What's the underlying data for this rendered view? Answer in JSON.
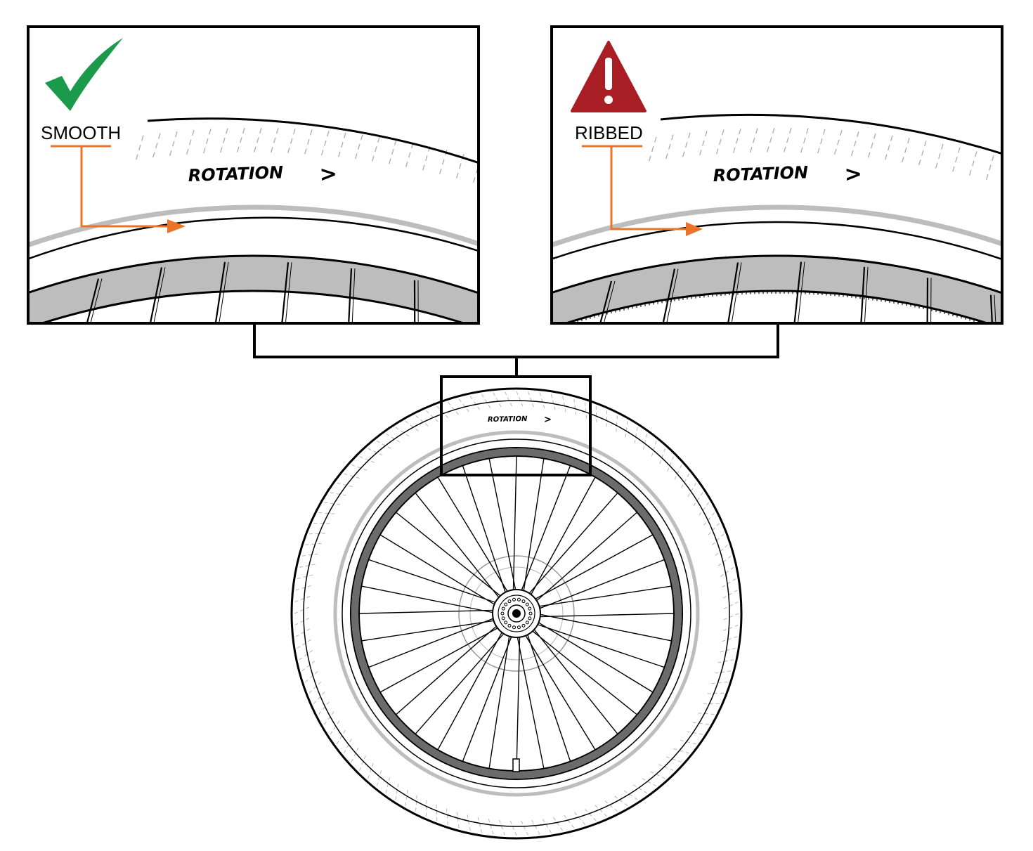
{
  "panels": {
    "good": {
      "label": "SMOOTH",
      "status_icon": "check-mark-icon",
      "icon_color": "#1a9a4a"
    },
    "bad": {
      "label": "RIBBED",
      "status_icon": "warning-triangle-icon",
      "icon_color": "#a81e24"
    }
  },
  "tire": {
    "sidewall_text": "ROTATION",
    "arrow_glyph": ">",
    "spoke_count": 36
  },
  "colors": {
    "callout": "#e9742a",
    "rim": "#bdbdbd",
    "stroke": "#000000"
  }
}
